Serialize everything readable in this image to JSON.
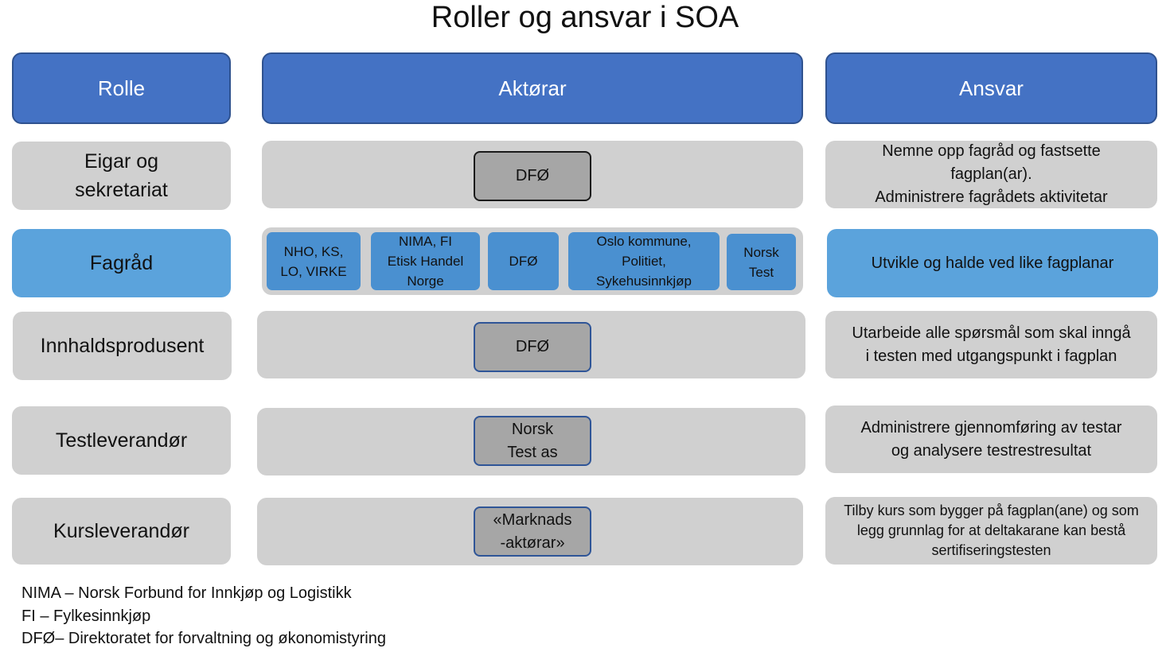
{
  "title": "Roller og ansvar i SOA",
  "headers": {
    "rolle": "Rolle",
    "aktorar": "Aktørar",
    "ansvar": "Ansvar"
  },
  "rows": [
    {
      "rolle": "Eigar og\nsekretariat",
      "aktorar": [
        "DFØ"
      ],
      "ansvar": "Nemne opp fagråd og fastsette\nfagplan(ar).\nAdministrere fagrådets aktivitetar"
    },
    {
      "rolle": "Fagråd",
      "aktorar": [
        "NHO, KS,\nLO, VIRKE",
        "NIMA, FI\nEtisk Handel\nNorge",
        "DFØ",
        "Oslo kommune,\nPolitiet,\nSykehusinnkjøp",
        "Norsk\nTest"
      ],
      "ansvar": "Utvikle og halde ved like fagplanar"
    },
    {
      "rolle": "Innhaldsprodusent",
      "aktorar": [
        "DFØ"
      ],
      "ansvar": "Utarbeide alle spørsmål som skal inngå\ni testen med utgangspunkt i fagplan"
    },
    {
      "rolle": "Testleverandør",
      "aktorar": [
        "Norsk\nTest as"
      ],
      "ansvar": "Administrere gjennomføring av testar\nog analysere testrestresultat"
    },
    {
      "rolle": "Kursleverandør",
      "aktorar": [
        "«Marknads\n-aktørar»"
      ],
      "ansvar": "Tilby kurs som bygger på fagplan(ane) og som\nlegg grunnlag for at deltakarane kan bestå\nsertifiseringstesten"
    }
  ],
  "footnotes": [
    "NIMA – Norsk Forbund for Innkjøp og Logistikk",
    "FI – Fylkesinnkjøp",
    "DFØ– Direktoratet for forvaltning og økonomistyring"
  ],
  "colors": {
    "header": "#4472c4",
    "row": "#d0d0d0",
    "fagrad": "#5ba3dc",
    "chip": "#4a90d0",
    "inner": "#a6a6a6"
  }
}
